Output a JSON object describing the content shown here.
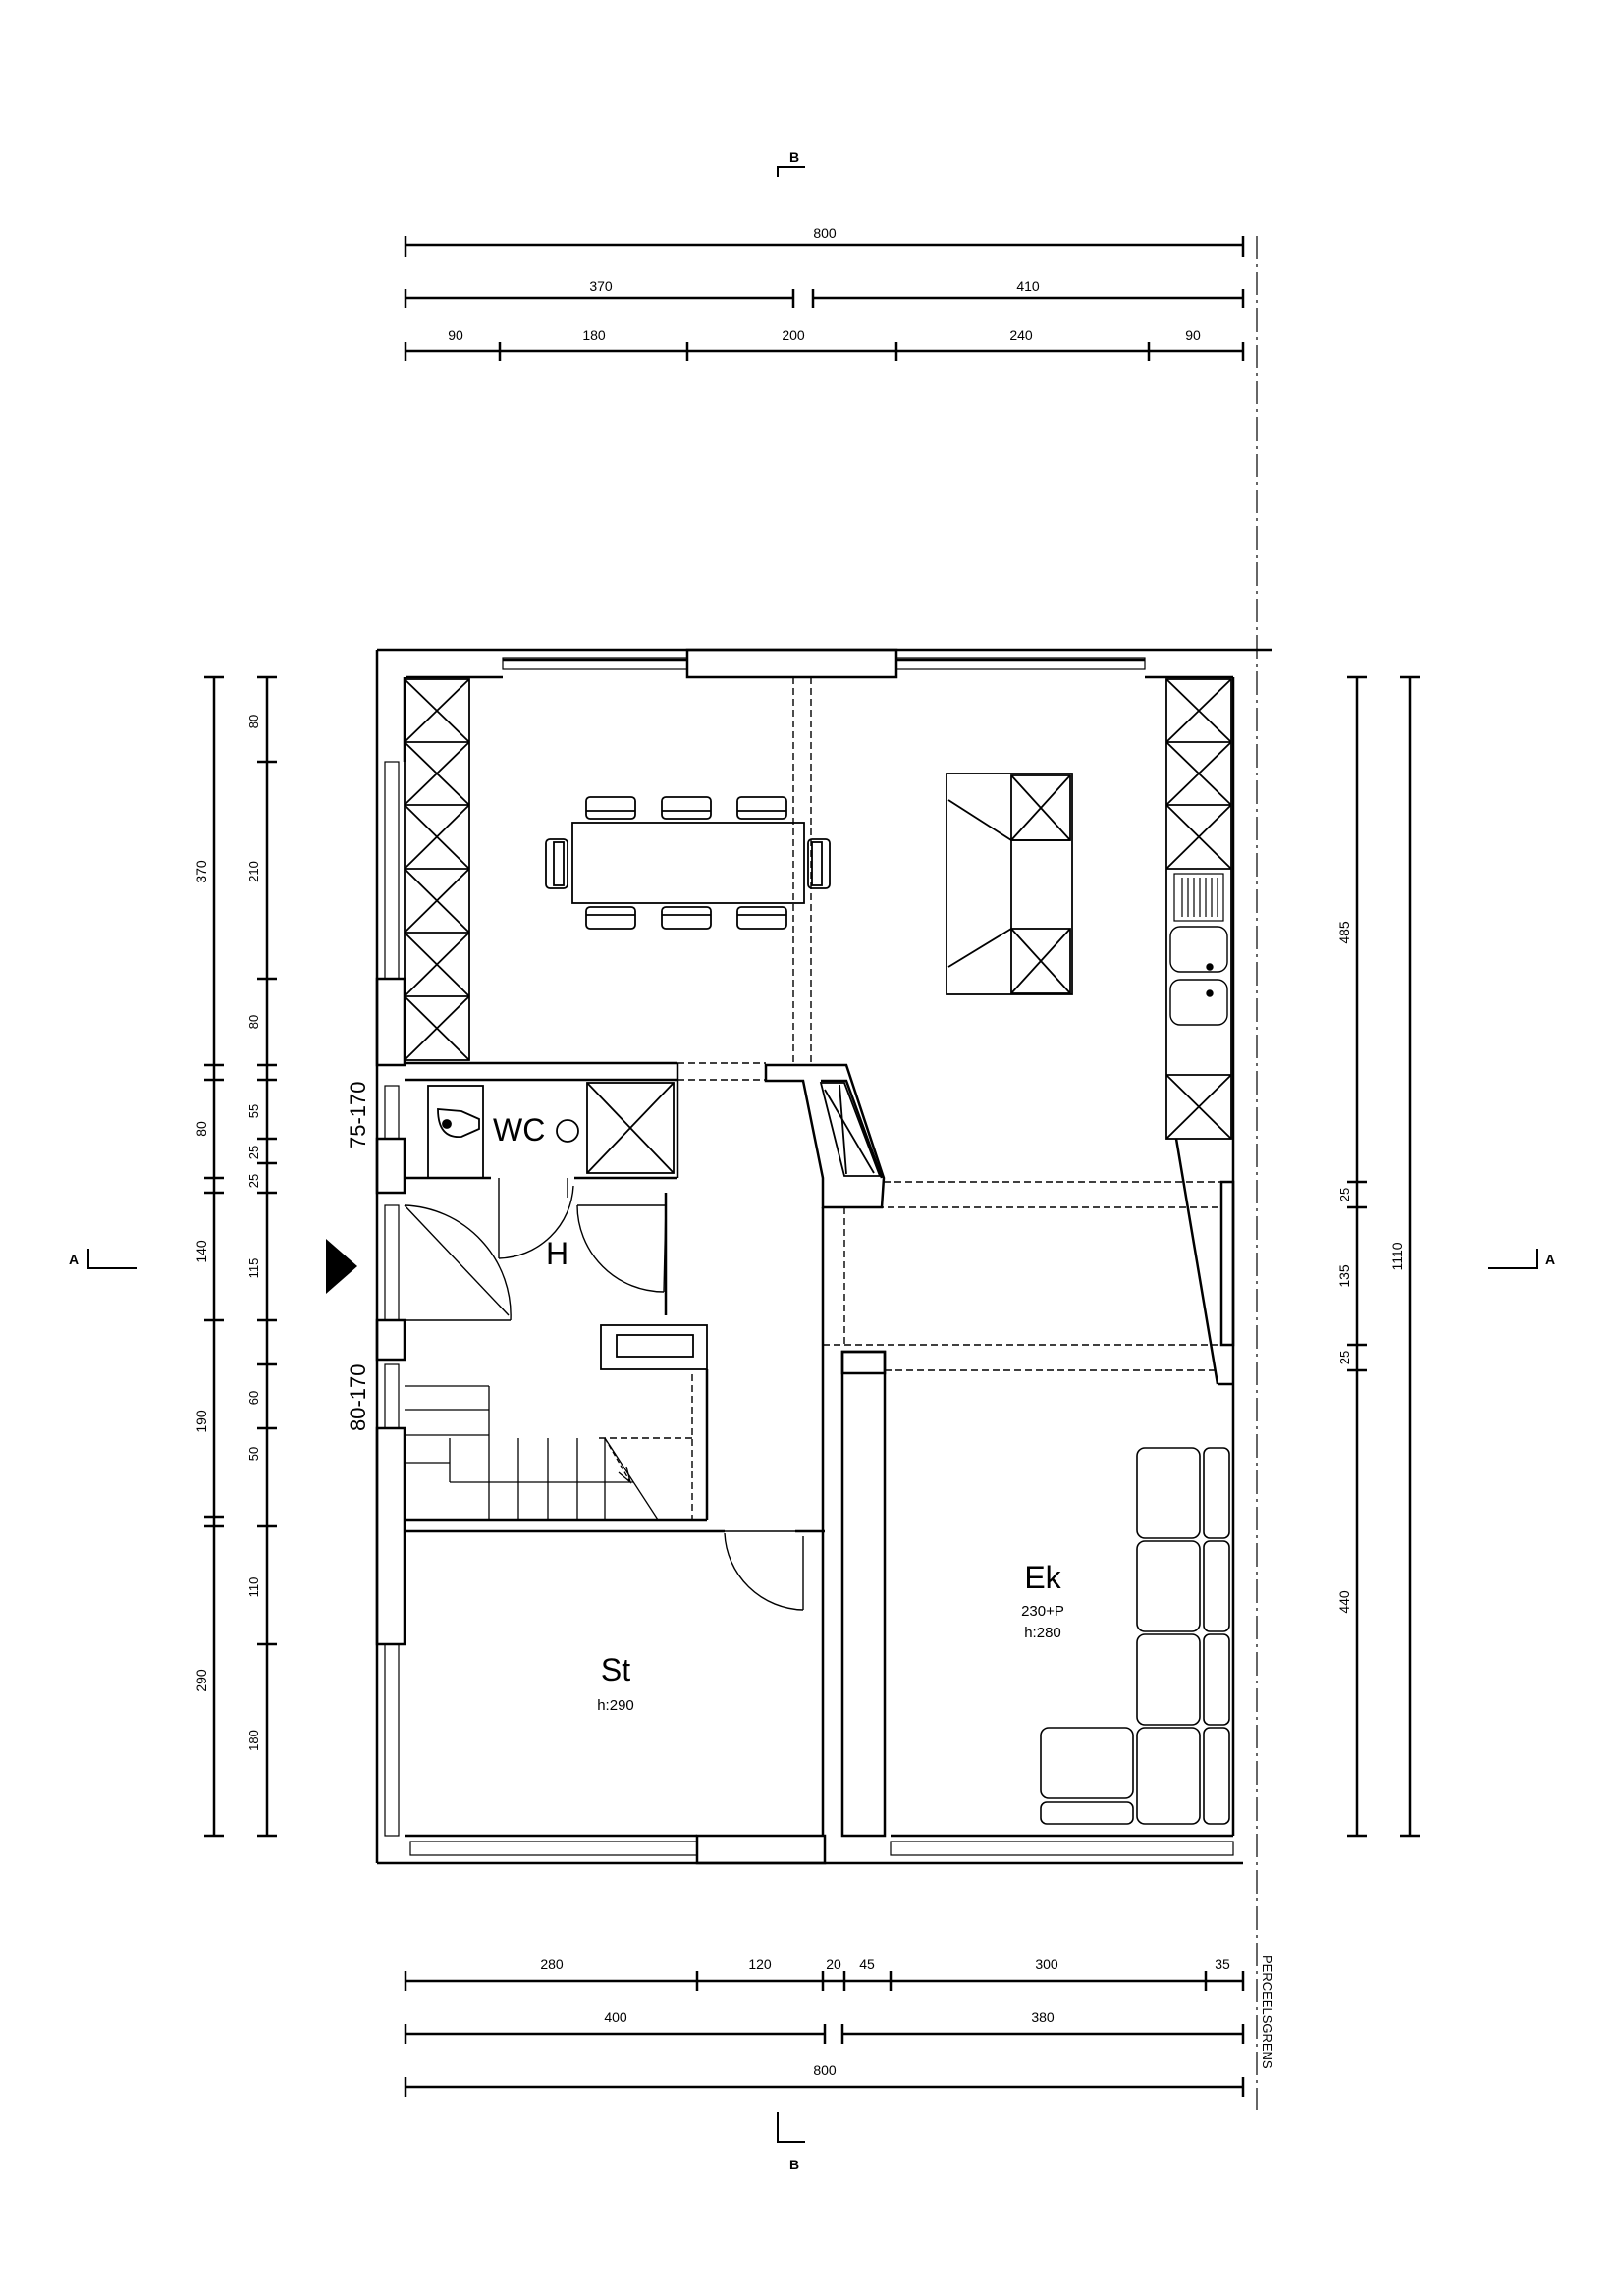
{
  "section_markers": {
    "b_top": "B",
    "b_bottom": "B",
    "a_left": "A",
    "a_right": "A"
  },
  "dims_top": {
    "total": "800",
    "row2": [
      "370",
      "410"
    ],
    "row3": [
      "90",
      "180",
      "200",
      "240",
      "90"
    ]
  },
  "dims_bottom": {
    "row1": [
      "280",
      "120",
      "20",
      "45",
      "300",
      "35"
    ],
    "row2": [
      "400",
      "380"
    ],
    "total": "800"
  },
  "dims_left_outer": [
    "370",
    "80",
    "140",
    "190",
    "290"
  ],
  "dims_left_inner": [
    "80",
    "210",
    "80",
    "55",
    "25",
    "25",
    "115",
    "60",
    "50",
    "110",
    "180"
  ],
  "dims_right_inner": [
    "485",
    "25",
    "135",
    "25",
    "440"
  ],
  "dims_right_outer": "1110",
  "openings": {
    "upper": "75-170",
    "lower": "80-170"
  },
  "rooms": {
    "wc": "WC",
    "hall": "H",
    "st": {
      "name": "St",
      "height": "h:290"
    },
    "ek": {
      "name": "Ek",
      "area": "230+P",
      "height": "h:280"
    }
  },
  "boundary_label": "PERCEELSGRENS"
}
